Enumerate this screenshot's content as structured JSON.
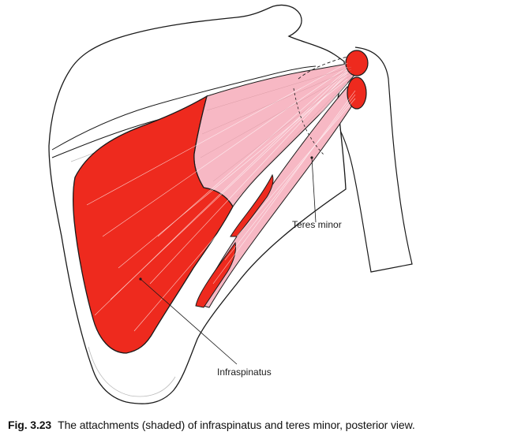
{
  "labels": {
    "teres_minor": "Teres minor",
    "infraspinatus": "Infraspinatus"
  },
  "caption": {
    "number": "Fig. 3.23",
    "text": "The attachments (shaded) of infraspinatus and teres minor, posterior view."
  },
  "colors": {
    "attachment": "#ee2a1e",
    "muscle": "#f7b8c4",
    "outline": "#1a1a1a",
    "background": "#ffffff"
  }
}
